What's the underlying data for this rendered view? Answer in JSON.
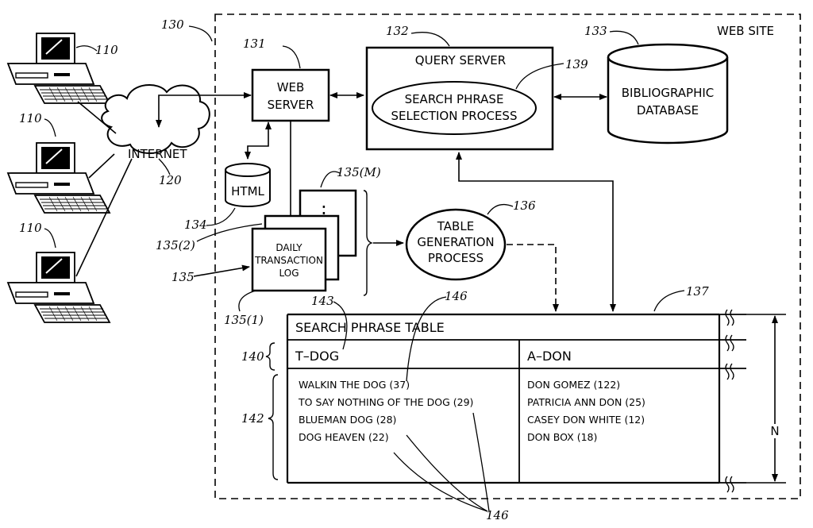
{
  "refs": {
    "computer": "110",
    "internet": "120",
    "website": "130",
    "web_server": "131",
    "query_server": "132",
    "database": "133",
    "html_store": "134",
    "log_1": "135(1)",
    "log_2": "135(2)",
    "log_m": "135(M)",
    "logs": "135",
    "table_gen": "136",
    "table": "137",
    "search_process": "139",
    "header_row": "140",
    "data_rows": "142",
    "column_key": "143",
    "entry": "146"
  },
  "labels": {
    "website": "WEB SITE",
    "internet": "INTERNET",
    "web_server": [
      "WEB",
      "SERVER"
    ],
    "html": "HTML",
    "query_server": "QUERY SERVER",
    "search_process": [
      "SEARCH PHRASE",
      "SELECTION PROCESS"
    ],
    "database": [
      "BIBLIOGRAPHIC",
      "DATABASE"
    ],
    "log": [
      "DAILY",
      "TRANSACTION",
      "LOG"
    ],
    "table_gen": [
      "TABLE",
      "GENERATION",
      "PROCESS"
    ],
    "table_title": "SEARCH PHRASE TABLE",
    "dots": "⋮",
    "n": "N"
  },
  "table": {
    "columns": [
      {
        "key": "T–DOG",
        "entries": [
          "WALKIN THE DOG (37)",
          "TO SAY NOTHING OF THE DOG (29)",
          "BLUEMAN DOG (28)",
          "DOG HEAVEN (22)"
        ]
      },
      {
        "key": "A–DON",
        "entries": [
          "DON GOMEZ (122)",
          "PATRICIA ANN DON (25)",
          "CASEY DON WHITE (12)",
          "DON BOX (18)"
        ]
      }
    ]
  }
}
